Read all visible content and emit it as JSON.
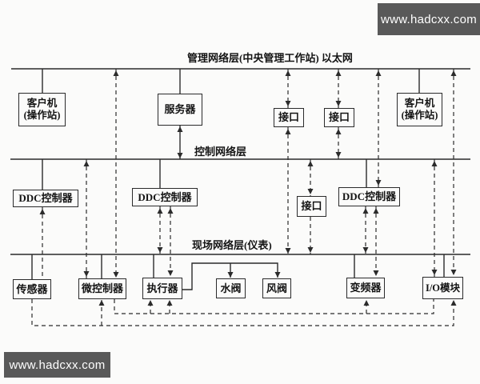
{
  "watermarks": {
    "top": "www.hadcxx.com",
    "bottom": "www.hadcxx.com"
  },
  "layers": {
    "management": "管理网络层(中央管理工作站) 以太网",
    "control": "控制网络层",
    "field": "现场网络层(仪表)"
  },
  "nodes": {
    "client_left": {
      "l1": "客户机",
      "l2": "(操作站)"
    },
    "server": "服务器",
    "port_top_1": "接口",
    "port_top_2": "接口",
    "client_right": {
      "l1": "客户机",
      "l2": "(操作站)"
    },
    "ddc_1": "DDC控制器",
    "ddc_2": "DDC控制器",
    "port_mid": "接口",
    "ddc_3": "DDC控制器",
    "sensor": "传感器",
    "micro": "微控制器",
    "actuator": "执行器",
    "water_valve": "水阀",
    "air_valve": "风阀",
    "vfd": "变频器",
    "io_module": "I/O模块"
  },
  "colors": {
    "line": "#2b2b2b",
    "watermark_bg": "#595959",
    "watermark_text": "#ffffff",
    "background": "#fbfbfa"
  }
}
